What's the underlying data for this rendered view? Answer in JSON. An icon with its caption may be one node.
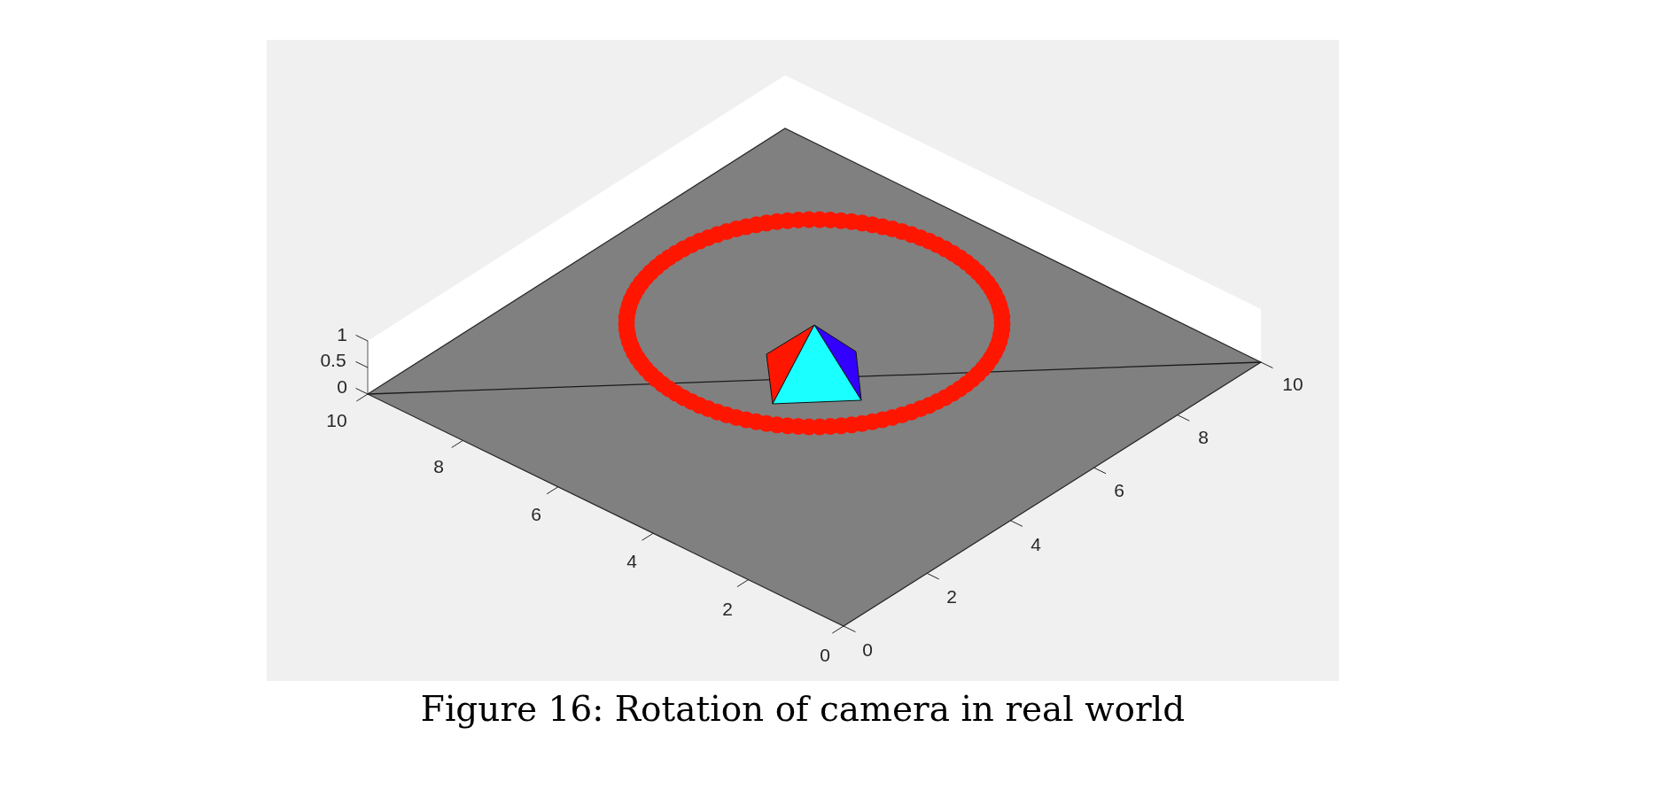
{
  "diagram": {
    "caption": "Figure 16: Rotation of camera in real world",
    "labels": [
      "1",
      "0.5",
      "0",
      "10",
      "8",
      "6",
      "4",
      "2",
      "0",
      "10",
      "8",
      "6",
      "4",
      "2",
      "0"
    ]
  }
}
